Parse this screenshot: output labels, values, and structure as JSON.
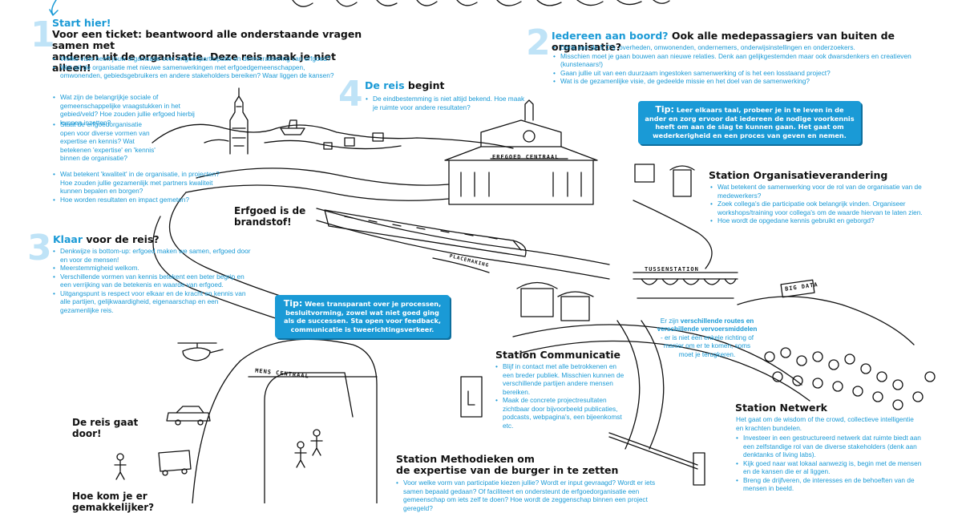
{
  "colors": {
    "accent": "#1a9ad6",
    "number_fade": "#bfe3f7",
    "ink": "#111111"
  },
  "section1": {
    "number": "1",
    "kicker": "Start hier!",
    "heading_line1": "Voor een ticket: beantwoord alle onderstaande vragen samen met",
    "heading_line2": "anderen uit de organisatie. Deze reis maak je niet alleen!",
    "bullets": [
      "Welke visie heeft jouw organisatie over erfgoedparticipatie en democratisering van erfgoed?",
      "Wat wil de organisatie met nieuwe samenwerkingen met erfgoedgemeenschappen, omwonenden, gebiedsgebruikers en andere stakeholders bereiken? Waar liggen de kansen?",
      "Wat zijn de belangrijkje sociale of gemeenschappelijke vraagstukken in het gebied/veld? Hoe zouden jullie erfgoed hierbij kunnen inzetten?",
      "Staat de erfgoedorganisatie open voor diverse vormen van expertise en kennis? Wat betekenen 'expertise' en 'kennis' binnen de organisatie?",
      "Wat betekent 'kwaliteit' in de organisatie, in projecten? Hoe zouden jullie gezamenlijk met partners kwaliteit kunnen bepalen en borgen?",
      "Hoe worden resultaten en impact gemeten?"
    ]
  },
  "section2": {
    "number": "2",
    "heading_blue": "Iedereen aan boord?",
    "heading_rest": " Ook alle medepassagiers van buiten de organisatie?",
    "bullets": [
      "Denk aan de 5 O's: overheden, omwonenden, ondernemers, onderwijsinstellingen en onderzoekers.",
      "Misschien moet je gaan bouwen aan nieuwe relaties. Denk aan gelijkgestemden maar ook dwarsdenkers en creatieven (kunstenaars!)",
      "Gaan jullie uit van een duurzaam ingestoken samenwerking of is het een losstaand project?",
      "Wat is de gezamenlijke visie, de gedeelde missie en het doel van de samenwerking?"
    ]
  },
  "section3": {
    "number": "3",
    "heading_blue": "Klaar",
    "heading_rest": " voor de reis?",
    "bullets": [
      "Denkwijze is bottom-up: erfgoed maken we samen, erfgoed door en voor de mensen!",
      "Meerstemmigheid welkom.",
      "Verschillende vormen van kennis betekent een beter begrip en een verrijking van de betekenis en waarde van erfgoed.",
      "Uitgangspunt is respect voor elkaar en de kracht en kennis van alle partijen, gelijkwaardigheid, eigenaarschap en een gezamenlijke reis."
    ]
  },
  "section4": {
    "number": "4",
    "heading_blue": "De reis",
    "heading_rest": " begint",
    "bullets": [
      "De eindbestemming is niet altijd bekend. Hoe maak je ruimte voor andere resultaten?"
    ]
  },
  "tip_top": {
    "label": "Tip:",
    "text": "Leer elkaars taal, probeer je in te leven in de ander en zorg ervoor dat iedereen de nodige voorkennis heeft om aan de slag te kunnen gaan. Het gaat om wederkerigheid en een proces van geven en nemen."
  },
  "tip_mid": {
    "label": "Tip:",
    "text": "Wees transparant over je processen, besluitvorming, zowel wat niet goed ging als de successen. Sta open voor feedback, communicatie is tweerichtingsverkeer."
  },
  "station_org": {
    "title": "Station Organisatieverandering",
    "bullets": [
      "Wat betekent de samenwerking voor de rol van de organisatie van de medewerkers?",
      "Zoek collega's die participatie ook belangrijk vinden. Organiseer workshops/training voor collega's om de waarde hiervan te laten zien.",
      "Hoe wordt de opgedane kennis gebruikt en geborgd?"
    ]
  },
  "station_comm": {
    "title": "Station Communicatie",
    "bullets": [
      "Blijf in contact met alle betrokkenen en een breder publiek. Misschien kunnen de verschillende partijen andere mensen bereiken.",
      "Maak de concrete projectresultaten zichtbaar door bijvoorbeeld publicaties, podcasts, webpagina's, een bijeenkomst etc."
    ]
  },
  "station_net": {
    "title": "Station Netwerk",
    "intro": "Het gaat om de wisdom of the crowd, collectieve intelligentie en krachten bundelen.",
    "bullets": [
      "Investeer in een gestructureerd netwerk dat ruimte biedt aan een zelfstandige rol van de diverse stakeholders (denk aan denktanks of living labs).",
      "Kijk goed naar wat lokaal aanwezig is, begin met de mensen en de kansen die er al liggen.",
      "Breng de drijfveren, de interesses en de behoeften van de mensen in beeld."
    ]
  },
  "station_meth": {
    "title_line1": "Station Methodieken om",
    "title_line2": "de expertise van de burger in te zetten",
    "bullets": [
      "Voor welke vorm van participatie kiezen jullie? Wordt er input gevraagd? Wordt er iets samen bepaald gedaan? Of faciliteert en ondersteunt de erfgoedorganisatie een gemeenschap om iets zelf te doen? Hoe wordt de zeggenschap binnen een project geregeld?"
    ]
  },
  "routes_note": {
    "pre": "Er zijn ",
    "bold": "verschillende routes en verschillende vervoersmiddelen",
    "post": " - er is niet één enkele richting of manier om er te komen, soms moet je terugkeren."
  },
  "labels": {
    "brandstof": "Erfgoed is de brandstof!",
    "reis_door": "De reis gaat door!",
    "makkelijker": "Hoe kom je er gemakkelijker?",
    "erfgoed_centraal": "ERFGOED CENTRAAL",
    "mens_centraal": "MENS CENTRAAL",
    "tussenstation": "TUSSENSTATION",
    "big_data": "BIG DATA",
    "placemaking": "PLACEMAKING"
  },
  "icons": [
    "arrow-icon",
    "tower-drawing",
    "train-drawing",
    "station-building-drawing",
    "viaduct-drawing",
    "tunnel-drawing",
    "helicopter-icon",
    "car-icon",
    "bus-icon",
    "crowd-drawing",
    "barrier-drawing"
  ]
}
